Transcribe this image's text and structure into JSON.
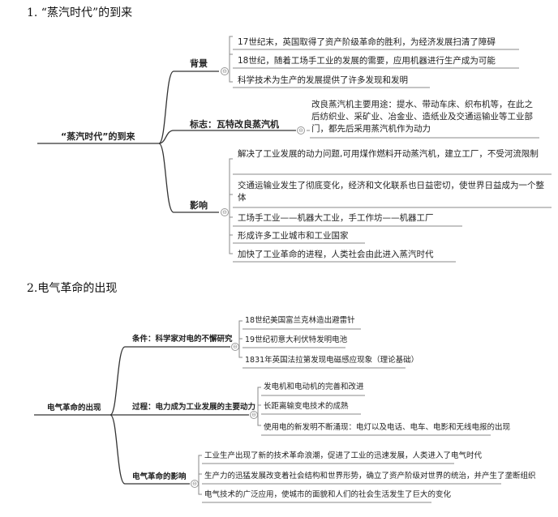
{
  "section1": {
    "heading": "1. “蒸汽时代”的到来",
    "root": "“蒸汽时代”的到来",
    "branches": [
      {
        "label": "背景",
        "leaves": [
          "17世纪末，英国取得了资产阶级革命的胜利，为经济发展扫清了障碍",
          "18世纪，随着工场手工业的发展的需要，应用机器进行生产成为可能",
          "科学技术为生产的发展提供了许多发现和发明"
        ]
      },
      {
        "label": "标志：瓦特改良蒸汽机",
        "leaves": [
          "改良蒸汽机主要用途：提水、带动车床、织布机等，在此之后纺织业、采矿业、冶金业、造纸业及交通运输业等工业部门，都先后采用蒸汽机作为动力"
        ]
      },
      {
        "label": "影响",
        "leaves": [
          "解决了工业发展的动力问题,可用煤作燃料开动蒸汽机，建立工厂，不受河流限制",
          "交通运输业发生了彻底变化，经济和文化联系也日益密切，使世界日益成为一个整体",
          "工场手工业——机器大工业，手工作坊——机器工厂",
          "形成许多工业城市和工业国家",
          "加快了工业革命的进程，人类社会由此进入蒸汽时代"
        ]
      }
    ]
  },
  "section2": {
    "heading": "2.电气革命的出现",
    "root": "电气革命的出现",
    "branches": [
      {
        "label": "条件：科学家对电的不懈研究",
        "leaves": [
          "18世纪美国富兰克林造出避雷针",
          "19世纪初意大利伏特发明电池",
          "1831年英国法拉第发现电磁感应现象（理论基础）"
        ]
      },
      {
        "label": "过程：电力成为工业发展的主要动力",
        "leaves": [
          "发电机和电动机的完善和改进",
          "长距离输变电技术的成熟",
          "使用电的新发明不断涌现：电灯以及电话、电车、电影和无线电报的出现"
        ]
      },
      {
        "label": "电气革命的影响",
        "leaves": [
          "工业生产出现了新的技术革命浪潮，促进了工业的迅速发展，人类进入了电气时代",
          "生产力的迅猛发展改变着社会结构和世界形势，确立了资产阶级对世界的统治，并产生了垄断组织",
          "电气技术的广泛应用，使城市的面貌和人们的社会生活发生了巨大的变化"
        ]
      }
    ]
  }
}
